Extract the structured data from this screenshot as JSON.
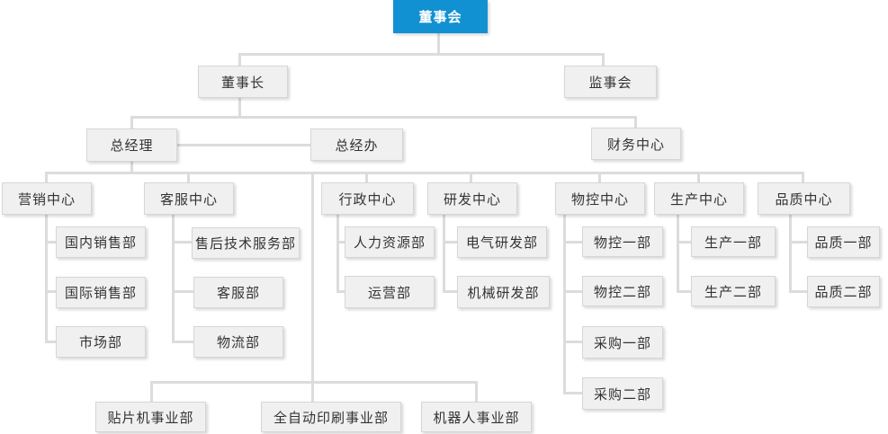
{
  "chart_type": "org-chart",
  "colors": {
    "accent": "#1191d2",
    "node_background": "#f0f0f0",
    "node_border": "#d6d6d6",
    "connector_line": "#dcdcdc",
    "text": "#333333",
    "root_text": "#ffffff"
  },
  "nodes": {
    "board": "董事会",
    "chairman": "董事长",
    "supervisory_board": "监事会",
    "general_manager": "总经理",
    "gm_office": "总经办",
    "finance_center": "财务中心",
    "marketing_center": "营销中心",
    "domestic_sales": "国内销售部",
    "intl_sales": "国际销售部",
    "market_dept": "市场部",
    "service_center": "客服中心",
    "aftersales_tech": "售后技术服务部",
    "customer_service": "客服部",
    "logistics": "物流部",
    "admin_center": "行政中心",
    "hr_dept": "人力资源部",
    "operations_dept": "运营部",
    "rd_center": "研发中心",
    "electrical_rd": "电气研发部",
    "mechanical_rd": "机械研发部",
    "material_center": "物控中心",
    "material_dept1": "物控一部",
    "material_dept2": "物控二部",
    "purchase_dept1": "采购一部",
    "purchase_dept2": "采购二部",
    "production_center": "生产中心",
    "production_dept1": "生产一部",
    "production_dept2": "生产二部",
    "quality_center": "品质中心",
    "quality_dept1": "品质一部",
    "quality_dept2": "品质二部",
    "smt_division": "贴片机事业部",
    "printing_division": "全自动印刷事业部",
    "robot_division": "机器人事业部"
  },
  "edges": {
    "董事会": [
      "董事长",
      "监事会"
    ],
    "董事长": [
      "总经理",
      "财务中心"
    ],
    "总经理": [
      "总经办",
      "营销中心",
      "客服中心",
      "行政中心",
      "研发中心",
      "物控中心",
      "生产中心",
      "品质中心",
      "贴片机事业部",
      "全自动印刷事业部",
      "机器人事业部"
    ],
    "营销中心": [
      "国内销售部",
      "国际销售部",
      "市场部"
    ],
    "客服中心": [
      "售后技术服务部",
      "客服部",
      "物流部"
    ],
    "行政中心": [
      "人力资源部",
      "运营部"
    ],
    "研发中心": [
      "电气研发部",
      "机械研发部"
    ],
    "物控中心": [
      "物控一部",
      "物控二部",
      "采购一部",
      "采购二部"
    ],
    "生产中心": [
      "生产一部",
      "生产二部"
    ],
    "品质中心": [
      "品质一部",
      "品质二部"
    ]
  }
}
